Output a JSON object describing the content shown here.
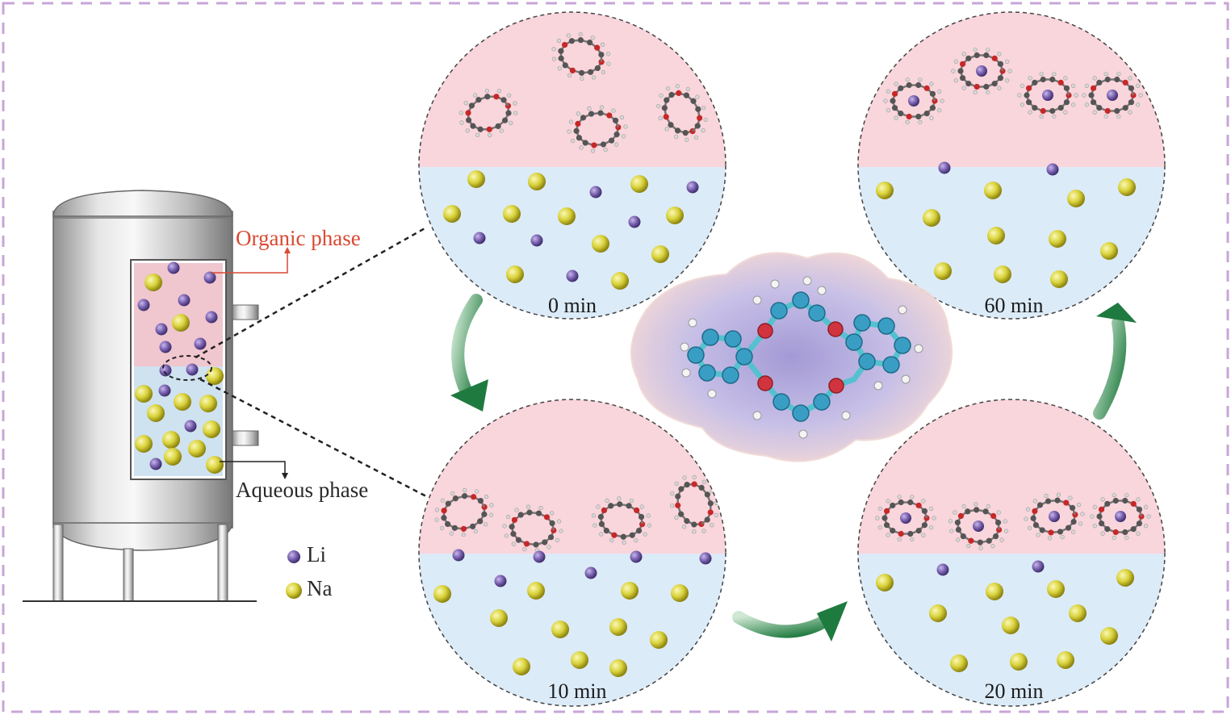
{
  "labels": {
    "organic_phase": "Organic phase",
    "aqueous_phase": "Aqueous phase"
  },
  "legend": [
    {
      "label": "Li",
      "color": "#7a62b0"
    },
    {
      "label": "Na",
      "color": "#d9d23a"
    }
  ],
  "panels": [
    {
      "time": "0 min"
    },
    {
      "time": "10 min"
    },
    {
      "time": "20 min"
    },
    {
      "time": "60 min"
    }
  ],
  "colors": {
    "organic": "#f9d5dc",
    "aqueous": "#dcebf8",
    "li": "#7a62b0",
    "na": "#d9d23a",
    "arrow": "#2e8b4e",
    "frame": "#c8a6d8",
    "organic_label": "#d94a32"
  }
}
